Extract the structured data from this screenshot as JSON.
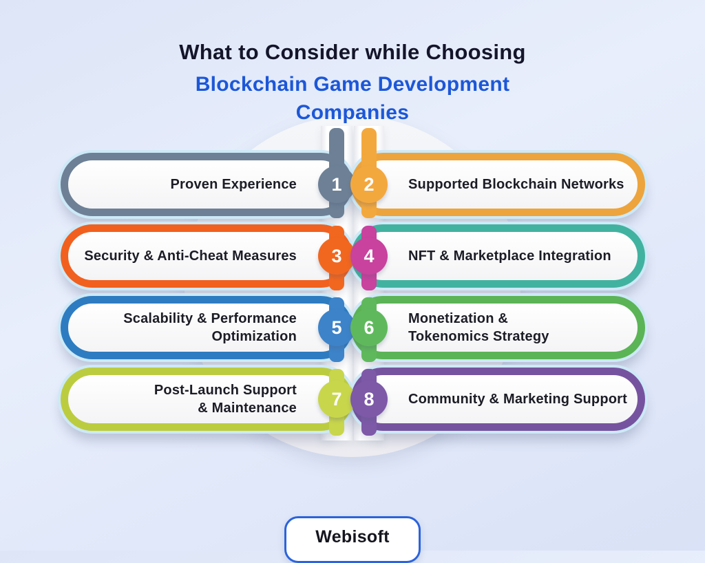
{
  "title": {
    "line1": "What to Consider while Choosing",
    "line2": "Blockchain Game Development",
    "line3": "Companies"
  },
  "colors": {
    "accent_blue": "#1c57d8",
    "glow_blue": "#cde9f7",
    "background": "#e3eafa"
  },
  "items": [
    {
      "number": "1",
      "side": "left",
      "label": "Proven Experience",
      "border_color": "#6d8096",
      "circle_color": "#6d8096"
    },
    {
      "number": "2",
      "side": "right",
      "label": "Supported Blockchain Networks",
      "border_color": "#eda43c",
      "circle_color": "#f3a83e"
    },
    {
      "number": "3",
      "side": "left",
      "label": "Security & Anti-Cheat Measures",
      "border_color": "#f1601f",
      "circle_color": "#f2671f"
    },
    {
      "number": "4",
      "side": "right",
      "label": "NFT & Marketplace Integration",
      "border_color": "#42b2a0",
      "circle_color": "#c8429e"
    },
    {
      "number": "5",
      "side": "left",
      "label": "Scalability & Performance\nOptimization",
      "border_color": "#2d7cc1",
      "circle_color": "#3d83c9"
    },
    {
      "number": "6",
      "side": "right",
      "label": "Monetization &\nTokenomics Strategy",
      "border_color": "#5bb455",
      "circle_color": "#5fb95c"
    },
    {
      "number": "7",
      "side": "left",
      "label": "Post-Launch Support\n& Maintenance",
      "border_color": "#bccc3f",
      "circle_color": "#c8d64c"
    },
    {
      "number": "8",
      "side": "right",
      "label": "Community & Marketing Support",
      "border_color": "#76539f",
      "circle_color": "#7d59a8"
    }
  ],
  "footer": {
    "brand": "Webisoft"
  }
}
